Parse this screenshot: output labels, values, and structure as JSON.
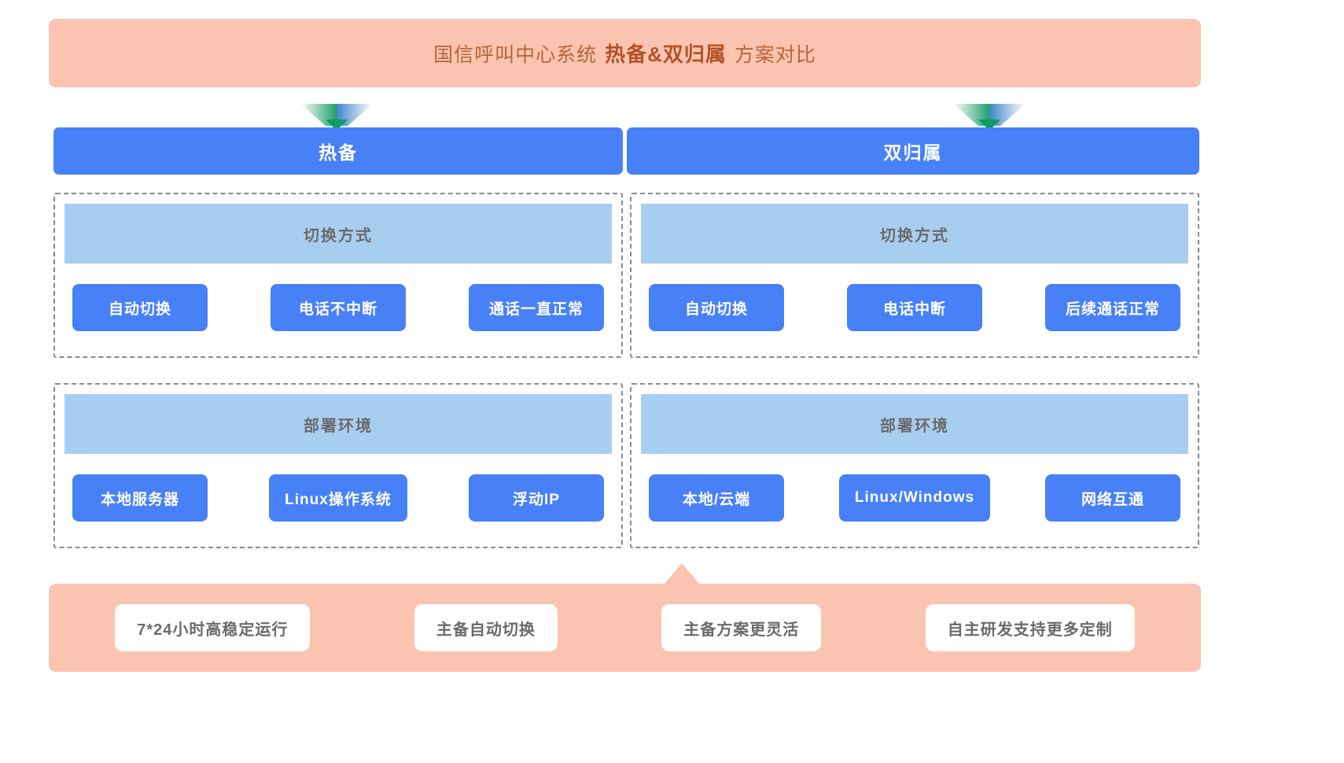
{
  "header": {
    "title_prefix": "国信呼叫中心系统",
    "title_emphasis": "热备&双归属",
    "title_suffix": "方案对比",
    "banner_color": "#fbc4b0",
    "text_color": "#b5653b"
  },
  "columns": [
    {
      "id": "hot-standby",
      "label": "热备",
      "arrow": "down-arrow-icon",
      "sections": [
        {
          "id": "switch-mode",
          "heading": "切换方式",
          "chips": [
            "自动切换",
            "电话不中断",
            "通话一直正常"
          ]
        },
        {
          "id": "deploy-env",
          "heading": "部署环境",
          "chips": [
            "本地服务器",
            "Linux操作系统",
            "浮动IP"
          ]
        }
      ]
    },
    {
      "id": "dual-homing",
      "label": "双归属",
      "arrow": "down-arrow-icon",
      "sections": [
        {
          "id": "switch-mode",
          "heading": "切换方式",
          "chips": [
            "自动切换",
            "电话中断",
            "后续通话正常"
          ]
        },
        {
          "id": "deploy-env",
          "heading": "部署环境",
          "chips": [
            "本地/云端",
            "Linux/Windows",
            "网络互通"
          ]
        }
      ]
    }
  ],
  "footer": {
    "chips": [
      "7*24小时高稳定运行",
      "主备自动切换",
      "主备方案更灵活",
      "自主研发支持更多定制"
    ],
    "banner_color": "#fbc4b0",
    "chip_bg": "#ffffff",
    "chip_text_color": "#6b6b6b"
  },
  "theme": {
    "accent_blue": "#4880f7",
    "section_head_blue": "#a8ceef",
    "dashed_border": "#8a8a8a",
    "arrow_green": "#20a06a",
    "arrow_blue": "#5b93d6"
  }
}
